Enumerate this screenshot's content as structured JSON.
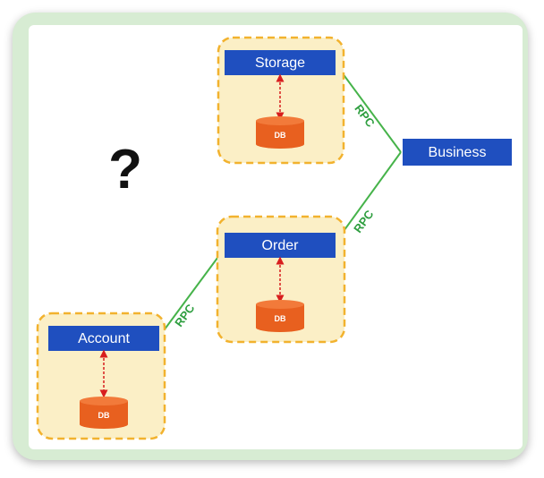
{
  "services": {
    "storage": "Storage",
    "order": "Order",
    "account": "Account",
    "business": "Business"
  },
  "db_label": "DB",
  "rpc_label": "RPC",
  "question_mark": "?",
  "colors": {
    "service_box": "#1f4fbf",
    "group_border": "#f2b22e",
    "group_fill": "#fbefc6",
    "db_fill": "#e8601f",
    "rpc_line": "#46b34a",
    "db_link": "#d81e1e",
    "frame": "#d7ecd3"
  }
}
